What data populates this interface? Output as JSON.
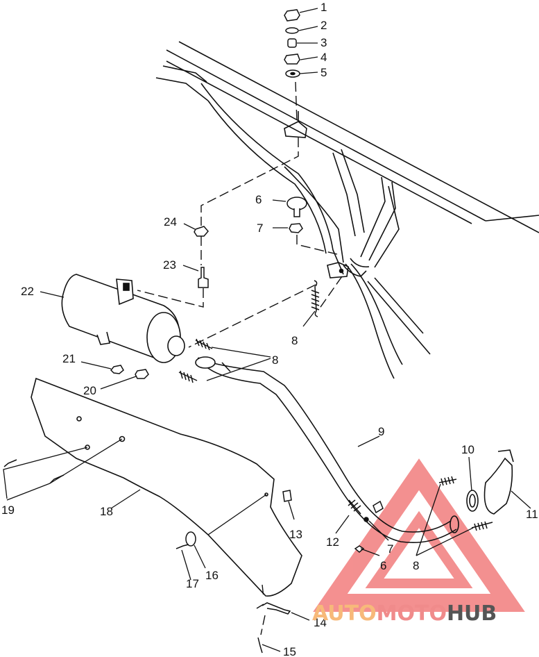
{
  "callouts": [
    {
      "id": "c1",
      "text": "1"
    },
    {
      "id": "c2",
      "text": "2"
    },
    {
      "id": "c3",
      "text": "3"
    },
    {
      "id": "c4",
      "text": "4"
    },
    {
      "id": "c5",
      "text": "5"
    },
    {
      "id": "c6a",
      "text": "6"
    },
    {
      "id": "c7a",
      "text": "7"
    },
    {
      "id": "c24",
      "text": "24"
    },
    {
      "id": "c23",
      "text": "23"
    },
    {
      "id": "c22",
      "text": "22"
    },
    {
      "id": "c8a",
      "text": "8"
    },
    {
      "id": "c8b",
      "text": "8"
    },
    {
      "id": "c21",
      "text": "21"
    },
    {
      "id": "c20",
      "text": "20"
    },
    {
      "id": "c9",
      "text": "9"
    },
    {
      "id": "c10",
      "text": "10"
    },
    {
      "id": "c11",
      "text": "11"
    },
    {
      "id": "c19",
      "text": "19"
    },
    {
      "id": "c18",
      "text": "18"
    },
    {
      "id": "c13",
      "text": "13"
    },
    {
      "id": "c12",
      "text": "12"
    },
    {
      "id": "c7b",
      "text": "7"
    },
    {
      "id": "c6b",
      "text": "6"
    },
    {
      "id": "c8c",
      "text": "8"
    },
    {
      "id": "c17",
      "text": "17"
    },
    {
      "id": "c16",
      "text": "16"
    },
    {
      "id": "c14",
      "text": "14"
    },
    {
      "id": "c15",
      "text": "15"
    }
  ],
  "watermark": {
    "part1": "AUTO",
    "part2": "MOTO",
    "part3": "HUB",
    "color1": "#f7b97a",
    "color2": "#f08b8b",
    "color3": "#555555"
  },
  "colors": {
    "line": "#111111",
    "background": "#ffffff"
  }
}
